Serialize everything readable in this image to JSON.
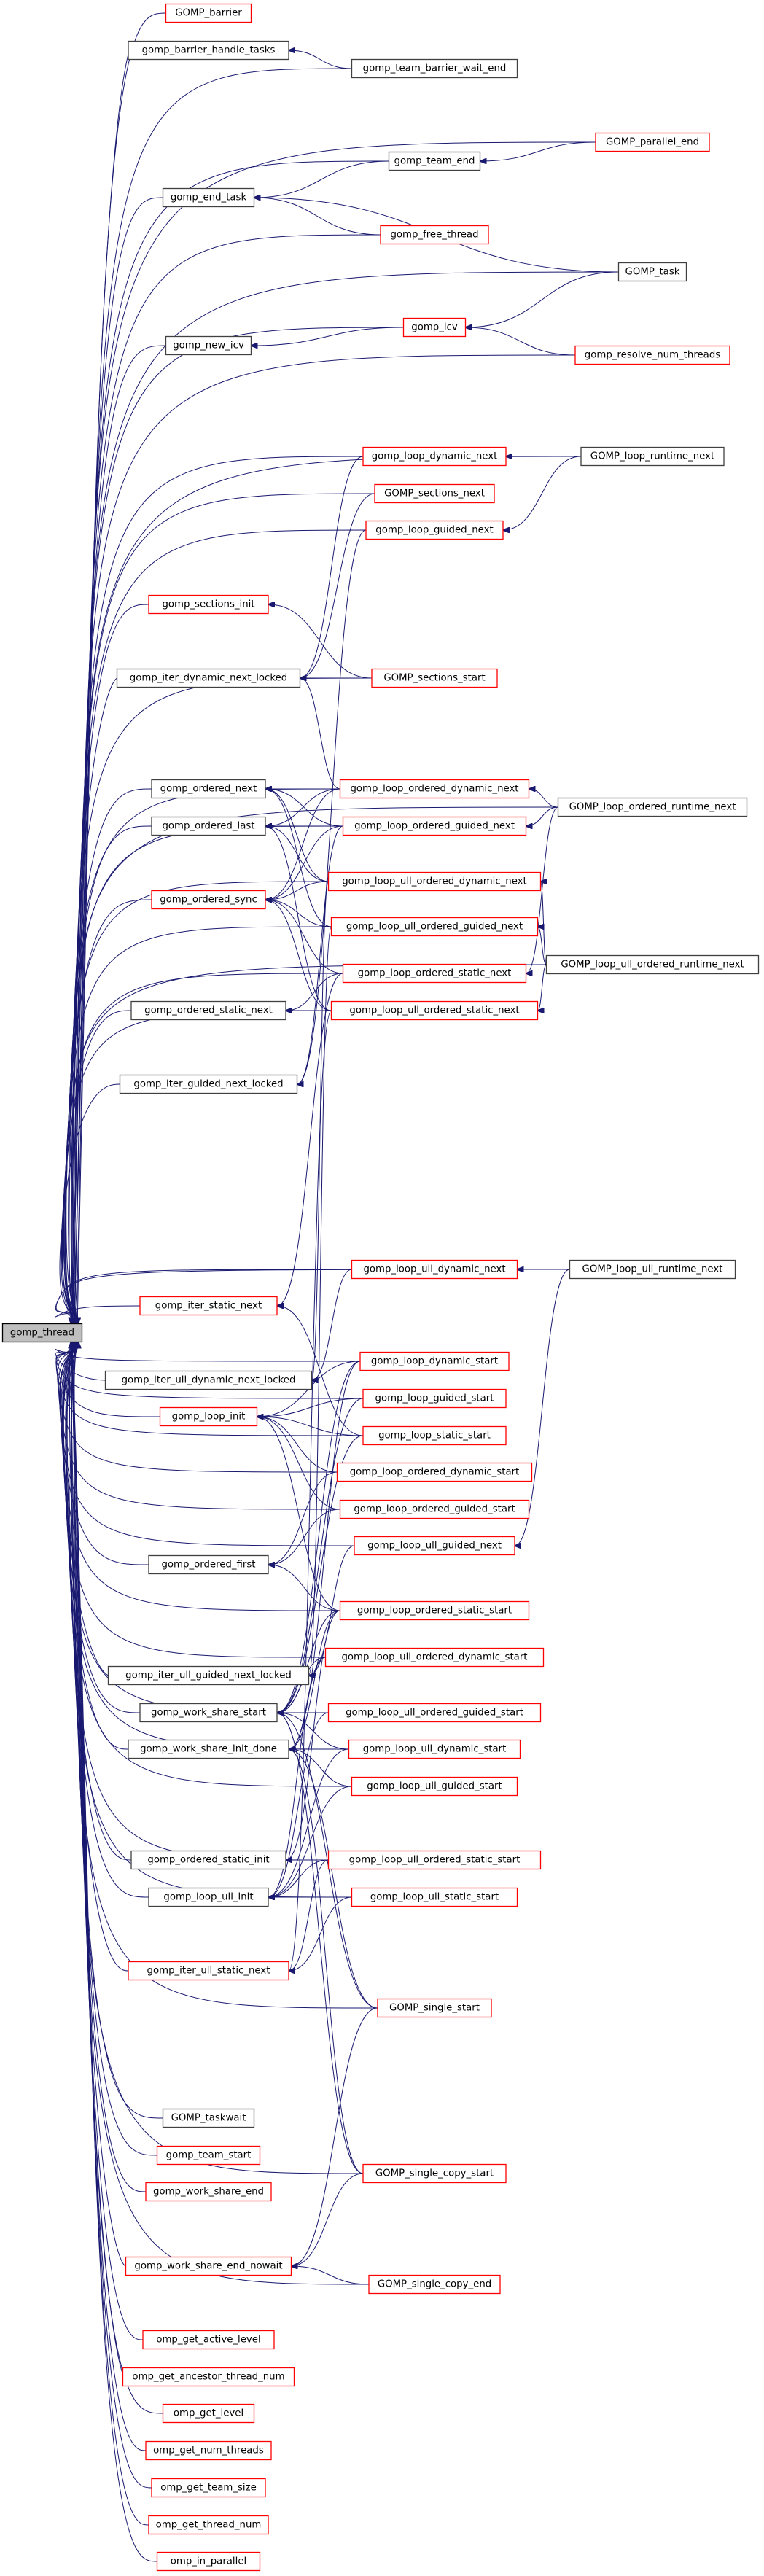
{
  "title": "gomp_thread caller graph",
  "colors": {
    "edge": "#191970",
    "node_border_documented": "#404040",
    "node_border_undocumented": "#ff0000",
    "root_fill": "#bfbfbf"
  },
  "root": "gomp_thread",
  "nodes": [
    {
      "id": "gomp_thread",
      "label": "gomp_thread",
      "style": "root",
      "col": 0,
      "row": 1828
    },
    {
      "id": "GOMP_barrier",
      "label": "GOMP_barrier",
      "style": "red",
      "col": 1,
      "row": 18
    },
    {
      "id": "gomp_barrier_handle_tasks",
      "label": "gomp_barrier_handle_tasks",
      "style": "black",
      "col": 1,
      "row": 69
    },
    {
      "id": "gomp_team_barrier_wait_end",
      "label": "gomp_team_barrier_wait_end",
      "style": "black",
      "col": 2,
      "row": 94
    },
    {
      "id": "gomp_team_end",
      "label": "gomp_team_end",
      "style": "black",
      "col": 2,
      "row": 221
    },
    {
      "id": "GOMP_parallel_end",
      "label": "GOMP_parallel_end",
      "style": "red",
      "col": 3,
      "row": 195
    },
    {
      "id": "gomp_end_task",
      "label": "gomp_end_task",
      "style": "black",
      "col": 1,
      "row": 271
    },
    {
      "id": "gomp_free_thread",
      "label": "gomp_free_thread",
      "style": "red",
      "col": 2,
      "row": 322
    },
    {
      "id": "GOMP_task",
      "label": "GOMP_task",
      "style": "black",
      "col": 3,
      "row": 373
    },
    {
      "id": "gomp_icv",
      "label": "gomp_icv",
      "style": "red",
      "col": 2,
      "row": 449
    },
    {
      "id": "gomp_new_icv",
      "label": "gomp_new_icv",
      "style": "black",
      "col": 1,
      "row": 474
    },
    {
      "id": "gomp_resolve_num_threads",
      "label": "gomp_resolve_num_threads",
      "style": "red",
      "col": 3,
      "row": 487
    },
    {
      "id": "gomp_loop_dynamic_next",
      "label": "gomp_loop_dynamic_next",
      "style": "red",
      "col": 2,
      "row": 626
    },
    {
      "id": "GOMP_loop_runtime_next",
      "label": "GOMP_loop_runtime_next",
      "style": "black",
      "col": 3,
      "row": 626
    },
    {
      "id": "GOMP_sections_next",
      "label": "GOMP_sections_next",
      "style": "red",
      "col": 2,
      "row": 677
    },
    {
      "id": "gomp_loop_guided_next",
      "label": "gomp_loop_guided_next",
      "style": "red",
      "col": 2,
      "row": 727
    },
    {
      "id": "gomp_sections_init",
      "label": "gomp_sections_init",
      "style": "red",
      "col": 1,
      "row": 829
    },
    {
      "id": "gomp_iter_dynamic_next_locked",
      "label": "gomp_iter_dynamic_next_locked",
      "style": "black",
      "col": 1,
      "row": 930
    },
    {
      "id": "GOMP_sections_start",
      "label": "GOMP_sections_start",
      "style": "red",
      "col": 2,
      "row": 930
    },
    {
      "id": "gomp_ordered_next",
      "label": "gomp_ordered_next",
      "style": "black",
      "col": 1,
      "row": 1082
    },
    {
      "id": "gomp_loop_ordered_dynamic_next",
      "label": "gomp_loop_ordered_dynamic_next",
      "style": "red",
      "col": 2,
      "row": 1082
    },
    {
      "id": "GOMP_loop_ordered_runtime_next",
      "label": "GOMP_loop_ordered_runtime_next",
      "style": "black",
      "col": 3,
      "row": 1107
    },
    {
      "id": "gomp_ordered_last",
      "label": "gomp_ordered_last",
      "style": "black",
      "col": 1,
      "row": 1133
    },
    {
      "id": "gomp_loop_ordered_guided_next",
      "label": "gomp_loop_ordered_guided_next",
      "style": "red",
      "col": 2,
      "row": 1133
    },
    {
      "id": "gomp_loop_ull_ordered_dynamic_next",
      "label": "gomp_loop_ull_ordered_dynamic_next",
      "style": "red",
      "col": 2,
      "row": 1209
    },
    {
      "id": "gomp_ordered_sync",
      "label": "gomp_ordered_sync",
      "style": "red",
      "col": 1,
      "row": 1234
    },
    {
      "id": "gomp_loop_ull_ordered_guided_next",
      "label": "gomp_loop_ull_ordered_guided_next",
      "style": "red",
      "col": 2,
      "row": 1271
    },
    {
      "id": "GOMP_loop_ull_ordered_runtime_next",
      "label": "GOMP_loop_ull_ordered_runtime_next",
      "style": "black",
      "col": 3,
      "row": 1323
    },
    {
      "id": "gomp_loop_ordered_static_next",
      "label": "gomp_loop_ordered_static_next",
      "style": "red",
      "col": 2,
      "row": 1335
    },
    {
      "id": "gomp_ordered_static_next",
      "label": "gomp_ordered_static_next",
      "style": "black",
      "col": 1,
      "row": 1386
    },
    {
      "id": "gomp_loop_ull_ordered_static_next",
      "label": "gomp_loop_ull_ordered_static_next",
      "style": "red",
      "col": 2,
      "row": 1386
    },
    {
      "id": "gomp_iter_guided_next_locked",
      "label": "gomp_iter_guided_next_locked",
      "style": "black",
      "col": 1,
      "row": 1487
    },
    {
      "id": "gomp_loop_ull_dynamic_next",
      "label": "gomp_loop_ull_dynamic_next",
      "style": "red",
      "col": 2,
      "row": 1741
    },
    {
      "id": "GOMP_loop_ull_runtime_next",
      "label": "GOMP_loop_ull_runtime_next",
      "style": "black",
      "col": 3,
      "row": 1741
    },
    {
      "id": "gomp_iter_static_next",
      "label": "gomp_iter_static_next",
      "style": "red",
      "col": 1,
      "row": 1791
    },
    {
      "id": "gomp_iter_ull_dynamic_next_locked",
      "label": "gomp_iter_ull_dynamic_next_locked",
      "style": "black",
      "col": 1,
      "row": 1893
    },
    {
      "id": "gomp_loop_dynamic_start",
      "label": "gomp_loop_dynamic_start",
      "style": "red",
      "col": 2,
      "row": 1867
    },
    {
      "id": "gomp_loop_init",
      "label": "gomp_loop_init",
      "style": "red",
      "col": 1,
      "row": 1943
    },
    {
      "id": "gomp_loop_guided_start",
      "label": "gomp_loop_guided_start",
      "style": "red",
      "col": 2,
      "row": 1918
    },
    {
      "id": "gomp_loop_static_start",
      "label": "gomp_loop_static_start",
      "style": "red",
      "col": 2,
      "row": 1969
    },
    {
      "id": "gomp_loop_ordered_dynamic_start",
      "label": "gomp_loop_ordered_dynamic_start",
      "style": "red",
      "col": 2,
      "row": 2019
    },
    {
      "id": "gomp_loop_ordered_guided_start",
      "label": "gomp_loop_ordered_guided_start",
      "style": "red",
      "col": 2,
      "row": 2070
    },
    {
      "id": "gomp_loop_ull_guided_next",
      "label": "gomp_loop_ull_guided_next",
      "style": "red",
      "col": 2,
      "row": 2120
    },
    {
      "id": "gomp_ordered_first",
      "label": "gomp_ordered_first",
      "style": "black",
      "col": 1,
      "row": 2146
    },
    {
      "id": "gomp_loop_ordered_static_start",
      "label": "gomp_loop_ordered_static_start",
      "style": "red",
      "col": 2,
      "row": 2209
    },
    {
      "id": "gomp_loop_ull_ordered_dynamic_start",
      "label": "gomp_loop_ull_ordered_dynamic_start",
      "style": "red",
      "col": 2,
      "row": 2273
    },
    {
      "id": "gomp_iter_ull_guided_next_locked",
      "label": "gomp_iter_ull_guided_next_locked",
      "style": "black",
      "col": 1,
      "row": 2298
    },
    {
      "id": "gomp_work_share_start",
      "label": "gomp_work_share_start",
      "style": "black",
      "col": 1,
      "row": 2349
    },
    {
      "id": "gomp_loop_ull_ordered_guided_start",
      "label": "gomp_loop_ull_ordered_guided_start",
      "style": "red",
      "col": 2,
      "row": 2349
    },
    {
      "id": "gomp_work_share_init_done",
      "label": "gomp_work_share_init_done",
      "style": "black",
      "col": 1,
      "row": 2399
    },
    {
      "id": "gomp_loop_ull_dynamic_start",
      "label": "gomp_loop_ull_dynamic_start",
      "style": "red",
      "col": 2,
      "row": 2399
    },
    {
      "id": "gomp_loop_ull_guided_start",
      "label": "gomp_loop_ull_guided_start",
      "style": "red",
      "col": 2,
      "row": 2450
    },
    {
      "id": "gomp_ordered_static_init",
      "label": "gomp_ordered_static_init",
      "style": "black",
      "col": 1,
      "row": 2551
    },
    {
      "id": "gomp_loop_ull_ordered_static_start",
      "label": "gomp_loop_ull_ordered_static_start",
      "style": "red",
      "col": 2,
      "row": 2551
    },
    {
      "id": "gomp_loop_ull_init",
      "label": "gomp_loop_ull_init",
      "style": "black",
      "col": 1,
      "row": 2602
    },
    {
      "id": "gomp_loop_ull_static_start",
      "label": "gomp_loop_ull_static_start",
      "style": "red",
      "col": 2,
      "row": 2602
    },
    {
      "id": "gomp_iter_ull_static_next",
      "label": "gomp_iter_ull_static_next",
      "style": "red",
      "col": 1,
      "row": 2703
    },
    {
      "id": "GOMP_single_start",
      "label": "GOMP_single_start",
      "style": "red",
      "col": 2,
      "row": 2754
    },
    {
      "id": "GOMP_taskwait",
      "label": "GOMP_taskwait",
      "style": "black",
      "col": 1,
      "row": 2905
    },
    {
      "id": "gomp_team_start",
      "label": "gomp_team_start",
      "style": "red",
      "col": 1,
      "row": 2956
    },
    {
      "id": "GOMP_single_copy_start",
      "label": "GOMP_single_copy_start",
      "style": "red",
      "col": 2,
      "row": 2981
    },
    {
      "id": "gomp_work_share_end",
      "label": "gomp_work_share_end",
      "style": "red",
      "col": 1,
      "row": 3006
    },
    {
      "id": "gomp_work_share_end_nowait",
      "label": "gomp_work_share_end_nowait",
      "style": "red",
      "col": 1,
      "row": 3108
    },
    {
      "id": "GOMP_single_copy_end",
      "label": "GOMP_single_copy_end",
      "style": "red",
      "col": 2,
      "row": 3133
    },
    {
      "id": "omp_get_active_level",
      "label": "omp_get_active_level",
      "style": "red",
      "col": 1,
      "row": 3209
    },
    {
      "id": "omp_get_ancestor_thread_num",
      "label": "omp_get_ancestor_thread_num",
      "style": "red",
      "col": 1,
      "row": 3260
    },
    {
      "id": "omp_get_level",
      "label": "omp_get_level",
      "style": "red",
      "col": 1,
      "row": 3310
    },
    {
      "id": "omp_get_num_threads",
      "label": "omp_get_num_threads",
      "style": "red",
      "col": 1,
      "row": 3361
    },
    {
      "id": "omp_get_team_size",
      "label": "omp_get_team_size",
      "style": "red",
      "col": 1,
      "row": 3412
    },
    {
      "id": "omp_get_thread_num",
      "label": "omp_get_thread_num",
      "style": "red",
      "col": 1,
      "row": 3463
    },
    {
      "id": "omp_in_parallel",
      "label": "omp_in_parallel",
      "style": "red",
      "col": 1,
      "row": 3513
    }
  ],
  "edges": [
    [
      "gomp_team_barrier_wait_end",
      "gomp_barrier_handle_tasks"
    ],
    [
      "GOMP_parallel_end",
      "gomp_team_end"
    ],
    [
      "gomp_team_end",
      "gomp_end_task"
    ],
    [
      "gomp_free_thread",
      "gomp_end_task"
    ],
    [
      "GOMP_task",
      "gomp_end_task"
    ],
    [
      "GOMP_task",
      "gomp_icv"
    ],
    [
      "gomp_resolve_num_threads",
      "gomp_icv"
    ],
    [
      "gomp_icv",
      "gomp_new_icv"
    ],
    [
      "GOMP_loop_runtime_next",
      "gomp_loop_dynamic_next"
    ],
    [
      "GOMP_loop_runtime_next",
      "gomp_loop_guided_next"
    ],
    [
      "GOMP_sections_start",
      "gomp_iter_dynamic_next_locked"
    ],
    [
      "GOMP_sections_start",
      "gomp_sections_init"
    ],
    [
      "gomp_loop_dynamic_next",
      "gomp_iter_dynamic_next_locked"
    ],
    [
      "GOMP_sections_next",
      "gomp_iter_dynamic_next_locked"
    ],
    [
      "gomp_loop_ordered_dynamic_next",
      "gomp_iter_dynamic_next_locked"
    ],
    [
      "GOMP_loop_ordered_runtime_next",
      "gomp_loop_ordered_dynamic_next"
    ],
    [
      "GOMP_loop_ordered_runtime_next",
      "gomp_loop_ordered_guided_next"
    ],
    [
      "GOMP_loop_ordered_runtime_next",
      "gomp_loop_ordered_static_next"
    ],
    [
      "gomp_loop_ordered_dynamic_next",
      "gomp_ordered_next"
    ],
    [
      "gomp_loop_ordered_guided_next",
      "gomp_ordered_next"
    ],
    [
      "gomp_loop_ull_ordered_dynamic_next",
      "gomp_ordered_next"
    ],
    [
      "gomp_loop_ull_ordered_guided_next",
      "gomp_ordered_next"
    ],
    [
      "gomp_loop_ordered_guided_next",
      "gomp_ordered_last"
    ],
    [
      "gomp_loop_ordered_dynamic_next",
      "gomp_ordered_last"
    ],
    [
      "gomp_loop_ull_ordered_dynamic_next",
      "gomp_ordered_last"
    ],
    [
      "gomp_loop_ull_ordered_static_next",
      "gomp_ordered_last"
    ],
    [
      "gomp_loop_ordered_dynamic_next",
      "gomp_ordered_sync"
    ],
    [
      "gomp_loop_ordered_guided_next",
      "gomp_ordered_sync"
    ],
    [
      "gomp_loop_ull_ordered_dynamic_next",
      "gomp_ordered_sync"
    ],
    [
      "gomp_loop_ull_ordered_guided_next",
      "gomp_ordered_sync"
    ],
    [
      "gomp_loop_ordered_static_next",
      "gomp_ordered_sync"
    ],
    [
      "gomp_loop_ull_ordered_static_next",
      "gomp_ordered_sync"
    ],
    [
      "GOMP_loop_ull_ordered_runtime_next",
      "gomp_loop_ull_ordered_dynamic_next"
    ],
    [
      "GOMP_loop_ull_ordered_runtime_next",
      "gomp_loop_ull_ordered_guided_next"
    ],
    [
      "GOMP_loop_ull_ordered_runtime_next",
      "gomp_loop_ull_ordered_static_next"
    ],
    [
      "gomp_loop_ordered_static_next",
      "gomp_ordered_static_next"
    ],
    [
      "gomp_loop_ull_ordered_static_next",
      "gomp_ordered_static_next"
    ],
    [
      "gomp_loop_guided_next",
      "gomp_iter_guided_next_locked"
    ],
    [
      "gomp_loop_ordered_guided_next",
      "gomp_iter_guided_next_locked"
    ],
    [
      "GOMP_loop_ull_runtime_next",
      "gomp_loop_ull_dynamic_next"
    ],
    [
      "GOMP_loop_ull_runtime_next",
      "gomp_loop_ull_guided_next"
    ],
    [
      "gomp_loop_ordered_static_next",
      "gomp_iter_static_next"
    ],
    [
      "gomp_loop_static_start",
      "gomp_iter_static_next"
    ],
    [
      "gomp_loop_ull_dynamic_next",
      "gomp_iter_ull_dynamic_next_locked"
    ],
    [
      "gomp_loop_ull_ordered_dynamic_next",
      "gomp_iter_ull_dynamic_next_locked"
    ],
    [
      "gomp_loop_dynamic_start",
      "gomp_loop_init"
    ],
    [
      "gomp_loop_guided_start",
      "gomp_loop_init"
    ],
    [
      "gomp_loop_static_start",
      "gomp_loop_init"
    ],
    [
      "gomp_loop_ordered_dynamic_start",
      "gomp_loop_init"
    ],
    [
      "gomp_loop_ordered_guided_start",
      "gomp_loop_init"
    ],
    [
      "gomp_loop_ordered_static_start",
      "gomp_loop_init"
    ],
    [
      "gomp_loop_ordered_dynamic_start",
      "gomp_ordered_first"
    ],
    [
      "gomp_loop_ordered_guided_start",
      "gomp_ordered_first"
    ],
    [
      "gomp_loop_ordered_static_start",
      "gomp_ordered_first"
    ],
    [
      "gomp_loop_ull_guided_next",
      "gomp_iter_ull_guided_next_locked"
    ],
    [
      "gomp_loop_ull_ordered_guided_next",
      "gomp_iter_ull_guided_next_locked"
    ],
    [
      "gomp_loop_dynamic_start",
      "gomp_work_share_start"
    ],
    [
      "gomp_loop_guided_start",
      "gomp_work_share_start"
    ],
    [
      "gomp_loop_static_start",
      "gomp_work_share_start"
    ],
    [
      "gomp_loop_ordered_static_start",
      "gomp_work_share_start"
    ],
    [
      "gomp_loop_ull_ordered_dynamic_start",
      "gomp_work_share_start"
    ],
    [
      "gomp_loop_ull_ordered_guided_start",
      "gomp_work_share_start"
    ],
    [
      "gomp_loop_ull_dynamic_start",
      "gomp_work_share_start"
    ],
    [
      "GOMP_single_start",
      "gomp_work_share_start"
    ],
    [
      "GOMP_single_copy_start",
      "gomp_work_share_start"
    ],
    [
      "gomp_loop_dynamic_start",
      "gomp_work_share_init_done"
    ],
    [
      "gomp_loop_ordered_static_start",
      "gomp_work_share_init_done"
    ],
    [
      "gomp_loop_ull_ordered_dynamic_start",
      "gomp_work_share_init_done"
    ],
    [
      "gomp_loop_ull_dynamic_start",
      "gomp_work_share_init_done"
    ],
    [
      "gomp_loop_ull_guided_start",
      "gomp_work_share_init_done"
    ],
    [
      "GOMP_single_start",
      "gomp_work_share_init_done"
    ],
    [
      "GOMP_single_copy_start",
      "gomp_work_share_init_done"
    ],
    [
      "gomp_loop_ull_ordered_static_start",
      "gomp_ordered_static_init"
    ],
    [
      "gomp_loop_ordered_static_start",
      "gomp_ordered_static_init"
    ],
    [
      "gomp_loop_ull_ordered_dynamic_start",
      "gomp_loop_ull_init"
    ],
    [
      "gomp_loop_ull_ordered_guided_start",
      "gomp_loop_ull_init"
    ],
    [
      "gomp_loop_ull_ordered_static_start",
      "gomp_loop_ull_init"
    ],
    [
      "gomp_loop_ull_static_start",
      "gomp_loop_ull_init"
    ],
    [
      "gomp_loop_ull_dynamic_start",
      "gomp_loop_ull_init"
    ],
    [
      "gomp_loop_ull_guided_start",
      "gomp_loop_ull_init"
    ],
    [
      "gomp_loop_ull_static_start",
      "gomp_iter_ull_static_next"
    ],
    [
      "gomp_loop_ull_ordered_static_next",
      "gomp_iter_ull_static_next"
    ],
    [
      "gomp_loop_ull_ordered_static_start",
      "gomp_iter_ull_static_next"
    ],
    [
      "GOMP_single_copy_start",
      "gomp_work_share_end_nowait"
    ],
    [
      "GOMP_single_start",
      "gomp_work_share_end_nowait"
    ],
    [
      "GOMP_single_copy_end",
      "gomp_work_share_end_nowait"
    ]
  ]
}
